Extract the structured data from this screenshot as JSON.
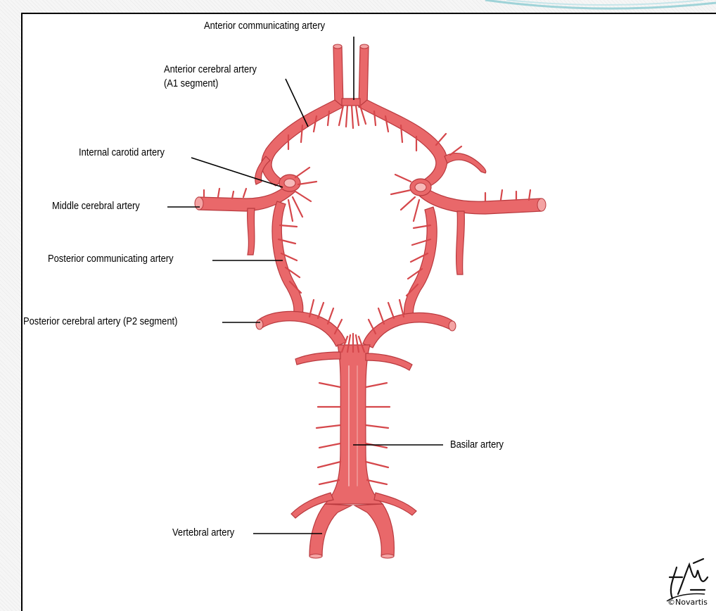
{
  "labels": {
    "anterior_communicating": "Anterior communicating artery",
    "anterior_cerebral_line1": "Anterior cerebral artery",
    "anterior_cerebral_line2": "(A1 segment)",
    "internal_carotid": "Internal carotid artery",
    "middle_cerebral": "Middle cerebral artery",
    "posterior_communicating": "Posterior communicating artery",
    "posterior_cerebral": "Posterior cerebral artery (P2 segment)",
    "basilar": "Basilar artery",
    "vertebral": "Vertebral artery"
  },
  "signature": {
    "text": "Netter",
    "copyright": "©Novartis"
  },
  "colors": {
    "artery_fill": "#e9686a",
    "artery_outline": "#b9393e",
    "artery_highlight": "#f6b3b2",
    "frame": "#000000",
    "accent_swoosh": "#9fd3d8"
  }
}
